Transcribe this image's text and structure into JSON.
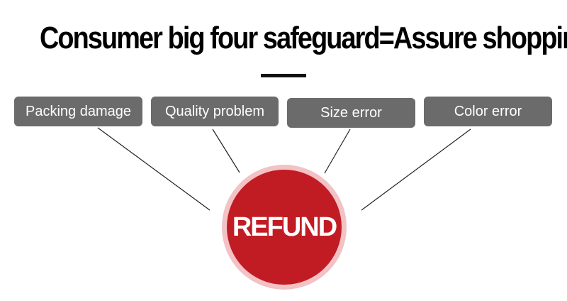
{
  "title": "Consumer big four safeguard=Assure shopping",
  "categories": [
    {
      "label": "Packing damage"
    },
    {
      "label": "Quality problem"
    },
    {
      "label": "Size error"
    },
    {
      "label": "Color error"
    }
  ],
  "center": {
    "label": "REFUND"
  },
  "colors": {
    "pill": "#6b6b6b",
    "refund_red": "#c11c24",
    "refund_ring": "#f2c2c5",
    "line": "#222222"
  }
}
